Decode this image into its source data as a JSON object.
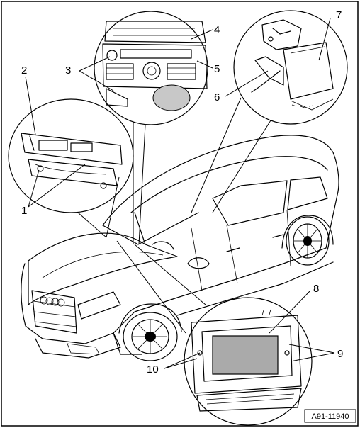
{
  "callouts": [
    {
      "id": "1",
      "label": "1"
    },
    {
      "id": "2",
      "label": "2"
    },
    {
      "id": "3",
      "label": "3"
    },
    {
      "id": "4",
      "label": "4"
    },
    {
      "id": "5",
      "label": "5"
    },
    {
      "id": "6",
      "label": "6"
    },
    {
      "id": "7",
      "label": "7"
    },
    {
      "id": "8",
      "label": "8"
    },
    {
      "id": "9",
      "label": "9"
    },
    {
      "id": "10",
      "label": "10"
    }
  ],
  "figure_id": "A91-11940",
  "colors": {
    "stroke": "#000000",
    "display_fill": "#aaaaaa",
    "shade_fill": "#c8c8c8",
    "background": "#ffffff"
  }
}
